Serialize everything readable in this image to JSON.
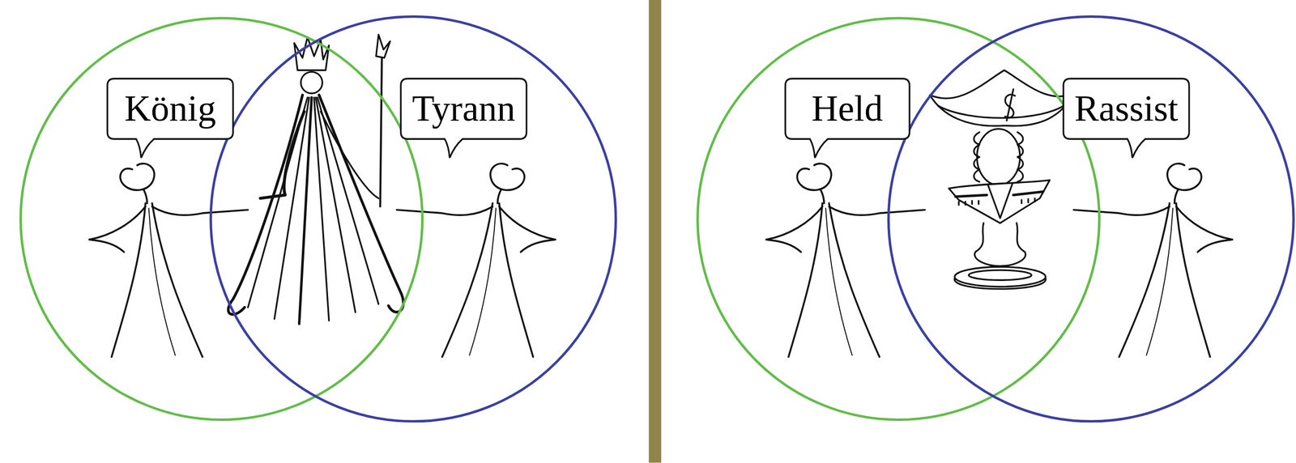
{
  "diagram": {
    "nodes": [
      {
        "text": [
          "König"
        ]
      },
      {
        "text": [
          "Tyrann"
        ]
      },
      {
        "text": [
          "Held"
        ]
      },
      {
        "text": [
          "Rassist"
        ]
      }
    ]
  }
}
